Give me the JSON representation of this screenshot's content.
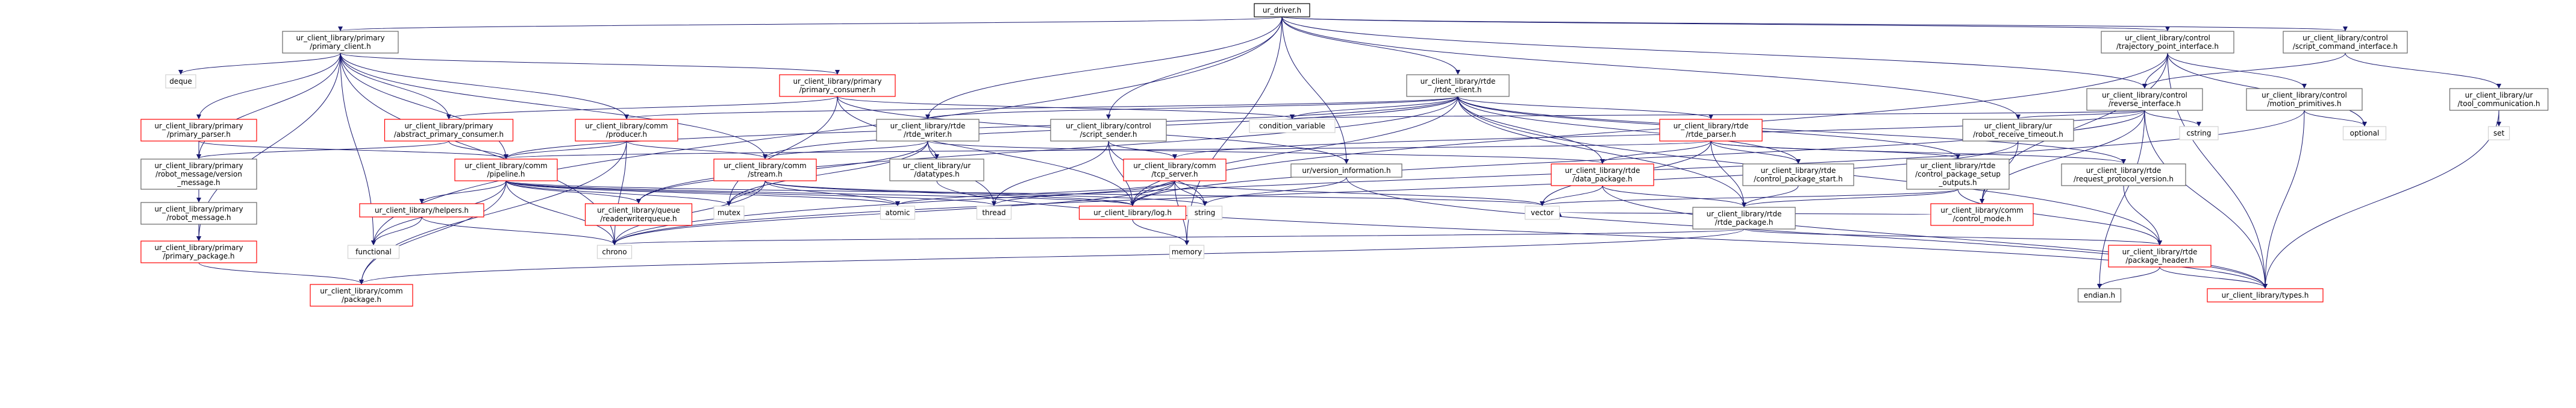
{
  "colors": {
    "normal_border": "#666666",
    "red_border": "#ff0000",
    "root_fill": "#bfbfbf",
    "root_border": "#000000",
    "std_border": "#d3d3d3",
    "std_text": "#666666",
    "edge": "#191970"
  },
  "nodes": [
    {
      "id": "driver",
      "lines": [
        "ur_driver.h"
      ],
      "style": "root"
    },
    {
      "id": "primary_client",
      "lines": [
        "ur_client_library/primary",
        "/primary_client.h"
      ],
      "style": "normal"
    },
    {
      "id": "rtde_client",
      "lines": [
        "ur_client_library/rtde",
        "/rtde_client.h"
      ],
      "style": "normal"
    },
    {
      "id": "trajectory",
      "lines": [
        "ur_client_library/control",
        "/trajectory_point_interface.h"
      ],
      "style": "normal"
    },
    {
      "id": "script_cmd",
      "lines": [
        "ur_client_library/control",
        "/script_command_interface.h"
      ],
      "style": "normal"
    },
    {
      "id": "deque",
      "lines": [
        "deque"
      ],
      "style": "std"
    },
    {
      "id": "primary_consumer",
      "lines": [
        "ur_client_library/primary",
        "/primary_consumer.h"
      ],
      "style": "red"
    },
    {
      "id": "reverse_iface",
      "lines": [
        "ur_client_library/control",
        "/reverse_interface.h"
      ],
      "style": "normal"
    },
    {
      "id": "motion_prims",
      "lines": [
        "ur_client_library/control",
        "/motion_primitives.h"
      ],
      "style": "normal"
    },
    {
      "id": "tool_comm",
      "lines": [
        "ur_client_library/ur",
        "/tool_communication.h"
      ],
      "style": "normal"
    },
    {
      "id": "primary_parser",
      "lines": [
        "ur_client_library/primary",
        "/primary_parser.h"
      ],
      "style": "red"
    },
    {
      "id": "abstract_consumer",
      "lines": [
        "ur_client_library/primary",
        "/abstract_primary_consumer.h"
      ],
      "style": "red"
    },
    {
      "id": "producer",
      "lines": [
        "ur_client_library/comm",
        "/producer.h"
      ],
      "style": "red"
    },
    {
      "id": "rtde_writer",
      "lines": [
        "ur_client_library/rtde",
        "/rtde_writer.h"
      ],
      "style": "normal"
    },
    {
      "id": "script_sender",
      "lines": [
        "ur_client_library/control",
        "/script_sender.h"
      ],
      "style": "normal"
    },
    {
      "id": "condvar",
      "lines": [
        "condition_variable"
      ],
      "style": "std"
    },
    {
      "id": "rtde_parser",
      "lines": [
        "ur_client_library/rtde",
        "/rtde_parser.h"
      ],
      "style": "red"
    },
    {
      "id": "robot_receive",
      "lines": [
        "ur_client_library/ur",
        "/robot_receive_timeout.h"
      ],
      "style": "normal"
    },
    {
      "id": "cstring",
      "lines": [
        "cstring"
      ],
      "style": "std"
    },
    {
      "id": "optional",
      "lines": [
        "optional"
      ],
      "style": "std"
    },
    {
      "id": "set",
      "lines": [
        "set"
      ],
      "style": "std"
    },
    {
      "id": "robot_msg_version",
      "lines": [
        "ur_client_library/primary",
        "/robot_message/version",
        "_message.h"
      ],
      "style": "normal"
    },
    {
      "id": "pipeline",
      "lines": [
        "ur_client_library/comm",
        "/pipeline.h"
      ],
      "style": "red"
    },
    {
      "id": "stream",
      "lines": [
        "ur_client_library/comm",
        "/stream.h"
      ],
      "style": "red"
    },
    {
      "id": "datatypes",
      "lines": [
        "ur_client_library/ur",
        "/datatypes.h"
      ],
      "style": "normal"
    },
    {
      "id": "tcp_server",
      "lines": [
        "ur_client_library/comm",
        "/tcp_server.h"
      ],
      "style": "red"
    },
    {
      "id": "version_info",
      "lines": [
        "ur/version_information.h"
      ],
      "style": "normal"
    },
    {
      "id": "data_package",
      "lines": [
        "ur_client_library/rtde",
        "/data_package.h"
      ],
      "style": "red"
    },
    {
      "id": "control_start",
      "lines": [
        "ur_client_library/rtde",
        "/control_package_start.h"
      ],
      "style": "normal"
    },
    {
      "id": "control_setup",
      "lines": [
        "ur_client_library/rtde",
        "/control_package_setup",
        "_outputs.h"
      ],
      "style": "normal"
    },
    {
      "id": "request_protocol",
      "lines": [
        "ur_client_library/rtde",
        "/request_protocol_version.h"
      ],
      "style": "normal"
    },
    {
      "id": "control_mode",
      "lines": [
        "ur_client_library/comm",
        "/control_mode.h"
      ],
      "style": "red"
    },
    {
      "id": "robot_message",
      "lines": [
        "ur_client_library/primary",
        "/robot_message.h"
      ],
      "style": "normal"
    },
    {
      "id": "helpers",
      "lines": [
        "ur_client_library/helpers.h"
      ],
      "style": "red"
    },
    {
      "id": "reader_writer_queue",
      "lines": [
        "ur_client_library/queue",
        "/readerwriterqueue.h"
      ],
      "style": "red"
    },
    {
      "id": "mutex",
      "lines": [
        "mutex"
      ],
      "style": "std"
    },
    {
      "id": "atomic",
      "lines": [
        "atomic"
      ],
      "style": "std"
    },
    {
      "id": "thread",
      "lines": [
        "thread"
      ],
      "style": "std"
    },
    {
      "id": "log",
      "lines": [
        "ur_client_library/log.h"
      ],
      "style": "red"
    },
    {
      "id": "string",
      "lines": [
        "string"
      ],
      "style": "std"
    },
    {
      "id": "vector",
      "lines": [
        "vector"
      ],
      "style": "std"
    },
    {
      "id": "rtde_package",
      "lines": [
        "ur_client_library/rtde",
        "/rtde_package.h"
      ],
      "style": "normal"
    },
    {
      "id": "primary_package",
      "lines": [
        "ur_client_library/primary",
        "/primary_package.h"
      ],
      "style": "red"
    },
    {
      "id": "functional",
      "lines": [
        "functional"
      ],
      "style": "std"
    },
    {
      "id": "chrono",
      "lines": [
        "chrono"
      ],
      "style": "std"
    },
    {
      "id": "memory",
      "lines": [
        "memory"
      ],
      "style": "std"
    },
    {
      "id": "package_header",
      "lines": [
        "ur_client_library/rtde",
        "/package_header.h"
      ],
      "style": "red"
    },
    {
      "id": "comm_package",
      "lines": [
        "ur_client_library/comm",
        "/package.h"
      ],
      "style": "red"
    },
    {
      "id": "endian",
      "lines": [
        "endian.h"
      ],
      "style": "normal"
    },
    {
      "id": "types",
      "lines": [
        "ur_client_library/types.h"
      ],
      "style": "red"
    }
  ],
  "edges": [
    [
      "driver",
      "primary_client"
    ],
    [
      "driver",
      "rtde_client"
    ],
    [
      "driver",
      "trajectory"
    ],
    [
      "driver",
      "script_cmd"
    ],
    [
      "driver",
      "reverse_iface"
    ],
    [
      "driver",
      "script_sender"
    ],
    [
      "driver",
      "robot_receive"
    ],
    [
      "driver",
      "version_info"
    ],
    [
      "driver",
      "functional"
    ],
    [
      "driver",
      "memory"
    ],
    [
      "driver",
      "rtde_writer"
    ],
    [
      "primary_client",
      "deque"
    ],
    [
      "primary_client",
      "primary_consumer"
    ],
    [
      "primary_client",
      "primary_parser"
    ],
    [
      "primary_client",
      "abstract_consumer"
    ],
    [
      "primary_client",
      "producer"
    ],
    [
      "primary_client",
      "pipeline"
    ],
    [
      "primary_client",
      "stream"
    ],
    [
      "primary_client",
      "robot_msg_version"
    ],
    [
      "primary_client",
      "functional"
    ],
    [
      "primary_client",
      "chrono"
    ],
    [
      "primary_client",
      "primary_package"
    ],
    [
      "primary_consumer",
      "abstract_consumer"
    ],
    [
      "primary_consumer",
      "condvar"
    ],
    [
      "primary_consumer",
      "log"
    ],
    [
      "primary_consumer",
      "version_info"
    ],
    [
      "primary_consumer",
      "mutex"
    ],
    [
      "primary_parser",
      "robot_msg_version"
    ],
    [
      "primary_parser",
      "robot_message"
    ],
    [
      "primary_parser",
      "pipeline"
    ],
    [
      "primary_parser",
      "primary_package"
    ],
    [
      "abstract_consumer",
      "pipeline"
    ],
    [
      "abstract_consumer",
      "robot_msg_version"
    ],
    [
      "producer",
      "pipeline"
    ],
    [
      "producer",
      "stream"
    ],
    [
      "producer",
      "chrono"
    ],
    [
      "producer",
      "comm_package"
    ],
    [
      "pipeline",
      "helpers"
    ],
    [
      "pipeline",
      "reader_writer_queue"
    ],
    [
      "pipeline",
      "mutex"
    ],
    [
      "pipeline",
      "atomic"
    ],
    [
      "pipeline",
      "thread"
    ],
    [
      "pipeline",
      "log"
    ],
    [
      "pipeline",
      "vector"
    ],
    [
      "pipeline",
      "chrono"
    ],
    [
      "pipeline",
      "functional"
    ],
    [
      "pipeline",
      "comm_package"
    ],
    [
      "stream",
      "atomic"
    ],
    [
      "stream",
      "mutex"
    ],
    [
      "stream",
      "log"
    ],
    [
      "stream",
      "chrono"
    ],
    [
      "stream",
      "string"
    ],
    [
      "rtde_client",
      "rtde_writer"
    ],
    [
      "rtde_client",
      "rtde_parser"
    ],
    [
      "rtde_client",
      "data_package"
    ],
    [
      "rtde_client",
      "control_start"
    ],
    [
      "rtde_client",
      "control_setup"
    ],
    [
      "rtde_client",
      "request_protocol"
    ],
    [
      "rtde_client",
      "rtde_package"
    ],
    [
      "rtde_client",
      "package_header"
    ],
    [
      "rtde_client",
      "condvar"
    ],
    [
      "rtde_client",
      "stream"
    ],
    [
      "rtde_client",
      "pipeline"
    ],
    [
      "rtde_client",
      "producer"
    ],
    [
      "rtde_client",
      "log"
    ],
    [
      "rtde_client",
      "reader_writer_queue"
    ],
    [
      "rtde_writer",
      "stream"
    ],
    [
      "rtde_writer",
      "datatypes"
    ],
    [
      "rtde_writer",
      "data_package"
    ],
    [
      "rtde_writer",
      "reader_writer_queue"
    ],
    [
      "rtde_writer",
      "thread"
    ],
    [
      "rtde_writer",
      "mutex"
    ],
    [
      "rtde_parser",
      "data_package"
    ],
    [
      "rtde_parser",
      "control_start"
    ],
    [
      "rtde_parser",
      "control_setup"
    ],
    [
      "rtde_parser",
      "request_protocol"
    ],
    [
      "rtde_parser",
      "pipeline"
    ],
    [
      "rtde_parser",
      "vector"
    ],
    [
      "rtde_parser",
      "rtde_package"
    ],
    [
      "data_package",
      "rtde_package"
    ],
    [
      "data_package",
      "vector"
    ],
    [
      "data_package",
      "types"
    ],
    [
      "control_start",
      "rtde_package"
    ],
    [
      "control_setup",
      "rtde_package"
    ],
    [
      "control_setup",
      "vector"
    ],
    [
      "control_setup",
      "package_header"
    ],
    [
      "request_protocol",
      "package_header"
    ],
    [
      "rtde_package",
      "package_header"
    ],
    [
      "rtde_package",
      "comm_package"
    ],
    [
      "rtde_package",
      "chrono"
    ],
    [
      "package_header",
      "endian"
    ],
    [
      "package_header",
      "types"
    ],
    [
      "script_sender",
      "tcp_server"
    ],
    [
      "script_sender",
      "log"
    ],
    [
      "script_sender",
      "string"
    ],
    [
      "script_sender",
      "thread"
    ],
    [
      "tcp_server",
      "log"
    ],
    [
      "tcp_server",
      "atomic"
    ],
    [
      "tcp_server",
      "thread"
    ],
    [
      "tcp_server",
      "chrono"
    ],
    [
      "tcp_server",
      "string"
    ],
    [
      "tcp_server",
      "vector"
    ],
    [
      "tcp_server",
      "memory"
    ],
    [
      "datatypes",
      "types"
    ],
    [
      "version_info",
      "string"
    ],
    [
      "version_info",
      "types"
    ],
    [
      "trajectory",
      "reverse_iface"
    ],
    [
      "trajectory",
      "motion_prims"
    ],
    [
      "trajectory",
      "optional"
    ],
    [
      "trajectory",
      "control_mode"
    ],
    [
      "trajectory",
      "types"
    ],
    [
      "trajectory",
      "log"
    ],
    [
      "script_cmd",
      "reverse_iface"
    ],
    [
      "script_cmd",
      "tool_comm"
    ],
    [
      "reverse_iface",
      "condvar"
    ],
    [
      "reverse_iface",
      "control_mode"
    ],
    [
      "reverse_iface",
      "cstring"
    ],
    [
      "reverse_iface",
      "endian"
    ],
    [
      "reverse_iface",
      "types"
    ],
    [
      "reverse_iface",
      "tcp_server"
    ],
    [
      "reverse_iface",
      "log"
    ],
    [
      "reverse_iface",
      "robot_receive"
    ],
    [
      "motion_prims",
      "optional"
    ],
    [
      "motion_prims",
      "chrono"
    ],
    [
      "motion_prims",
      "types"
    ],
    [
      "tool_comm",
      "set"
    ],
    [
      "tool_comm",
      "types"
    ],
    [
      "robot_receive",
      "control_mode"
    ],
    [
      "robot_receive",
      "chrono"
    ],
    [
      "control_mode",
      "vector"
    ],
    [
      "robot_message",
      "primary_package"
    ],
    [
      "helpers",
      "chrono"
    ],
    [
      "helpers",
      "functional"
    ],
    [
      "log",
      "memory"
    ],
    [
      "primary_package",
      "comm_package"
    ]
  ]
}
